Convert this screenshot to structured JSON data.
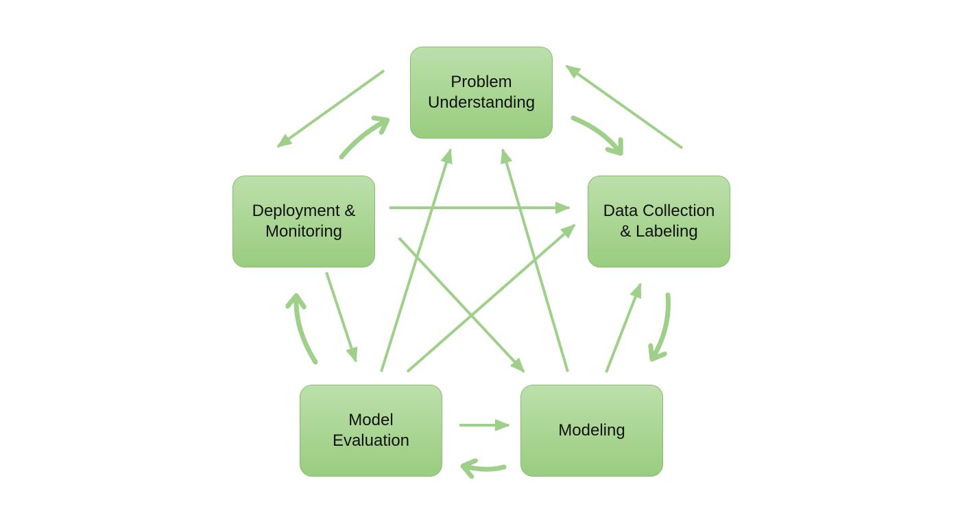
{
  "diagram": {
    "type": "cycle",
    "line_color": "#9ed08a",
    "node_color": "#a9d592",
    "nodes": [
      {
        "id": "problem",
        "label": "Problem\nUnderstanding"
      },
      {
        "id": "data",
        "label": "Data Collection\n& Labeling"
      },
      {
        "id": "modeling",
        "label": "Modeling"
      },
      {
        "id": "evaluation",
        "label": "Model\nEvaluation"
      },
      {
        "id": "deployment",
        "label": "Deployment &\nMonitoring"
      }
    ],
    "edges": [
      {
        "from": "problem",
        "to": "data",
        "style": "curved-thick"
      },
      {
        "from": "data",
        "to": "modeling",
        "style": "curved-thick"
      },
      {
        "from": "modeling",
        "to": "evaluation",
        "style": "curved-thick"
      },
      {
        "from": "evaluation",
        "to": "deployment",
        "style": "curved-thick"
      },
      {
        "from": "deployment",
        "to": "problem",
        "style": "curved-thick"
      },
      {
        "from": "data",
        "to": "problem",
        "style": "straight"
      },
      {
        "from": "problem",
        "to": "deployment",
        "style": "straight"
      },
      {
        "from": "modeling",
        "to": "data",
        "style": "straight"
      },
      {
        "from": "evaluation",
        "to": "modeling",
        "style": "straight"
      },
      {
        "from": "deployment",
        "to": "evaluation",
        "style": "straight"
      },
      {
        "from": "deployment",
        "to": "data",
        "style": "straight"
      },
      {
        "from": "deployment",
        "to": "modeling",
        "style": "straight"
      },
      {
        "from": "evaluation",
        "to": "problem",
        "style": "straight"
      },
      {
        "from": "evaluation",
        "to": "data",
        "style": "straight"
      },
      {
        "from": "modeling",
        "to": "problem",
        "style": "straight"
      }
    ]
  }
}
